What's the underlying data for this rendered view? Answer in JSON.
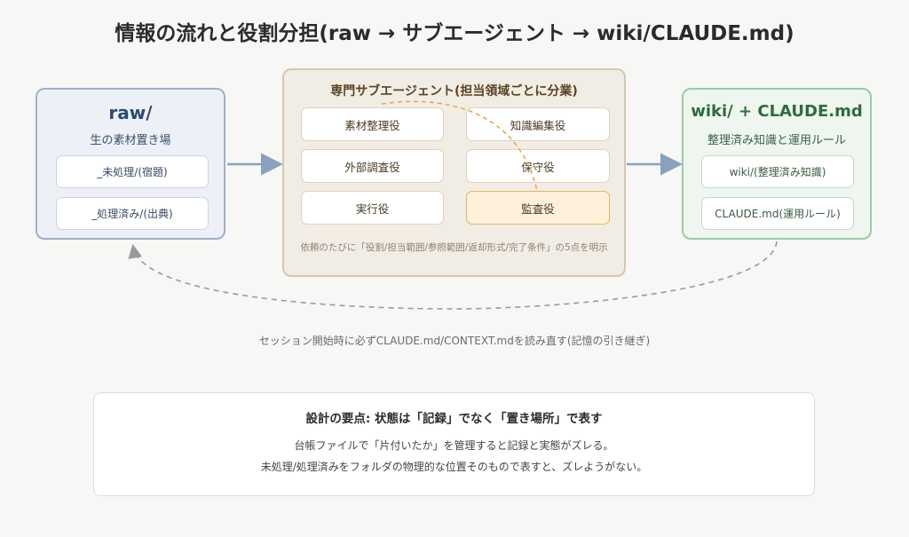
{
  "title": "情報の流れと役割分担(raw → サブエージェント → wiki/CLAUDE.md)",
  "raw": {
    "title": "raw/",
    "subtitle": "生の素材置き場",
    "items": [
      "_未処理/(宿題)",
      "_処理済み/(出典)"
    ]
  },
  "subagents": {
    "title": "専門サブエージェント(担当領域ごとに分業)",
    "roles": [
      "素材整理役",
      "知識編集役",
      "外部調査役",
      "保守役",
      "実行役",
      "監査役"
    ],
    "highlighted_role": "監査役",
    "note": "依頼のたびに「役割/担当範囲/参照範囲/返却形式/完了条件」の5点を明示"
  },
  "wiki": {
    "title": "wiki/ + CLAUDE.md",
    "subtitle": "整理済み知識と運用ルール",
    "items": [
      "wiki/(整理済み知識)",
      "CLAUDE.md(運用ルール)"
    ]
  },
  "loop_caption": "セッション開始時に必ずCLAUDE.md/CONTEXT.mdを読み直す(記憶の引き継ぎ)",
  "design_note": {
    "heading": "設計の要点: 状態は「記録」でなく「置き場所」で表す",
    "lines": [
      "台帳ファイルで「片付いたか」を管理すると記録と実態がズレる。",
      "未処理/処理済みをフォルダの物理的な位置そのもので表すと、ズレようがない。"
    ]
  },
  "colors": {
    "raw_border": "#9eb0c8",
    "raw_bg": "#edf1f7",
    "sub_border": "#d6c7ae",
    "sub_bg": "#f2ede4",
    "wiki_border": "#9ccaa5",
    "wiki_bg": "#eef6ef",
    "arrow": "#8aa0bd",
    "audit_dash": "#e2a64a",
    "loop_dash": "#9a9a9a"
  }
}
